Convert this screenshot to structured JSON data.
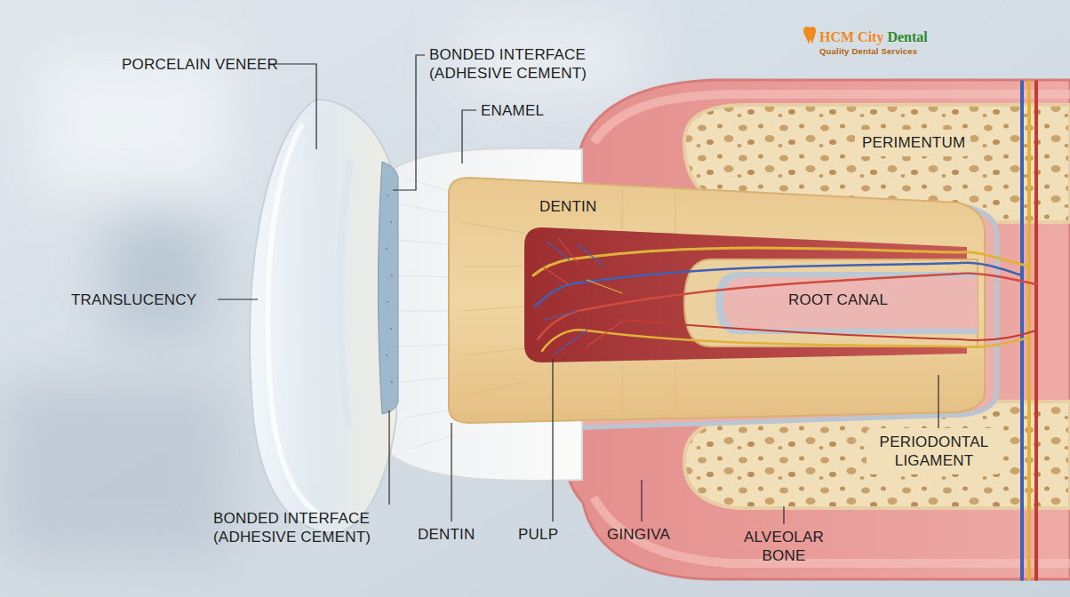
{
  "diagram": {
    "labels": [
      "PORCELAIN VENEER",
      "BONDED INTERFACE (ADHESIVE CEMENT)",
      "ENAMEL",
      "HCM City",
      "Dental",
      "Quality Dental Services",
      "PERIMENTUM",
      "DENTIN",
      "TRANSLUCENCY",
      "ROOT CANAL",
      "PERIODONTAL LIGAMENT",
      "BONDED INTERFACE (ADHESIVE CEMENT)",
      "DENTIN",
      "PULP",
      "GINGIVA",
      "ALVEOLAR BONE"
    ]
  }
}
